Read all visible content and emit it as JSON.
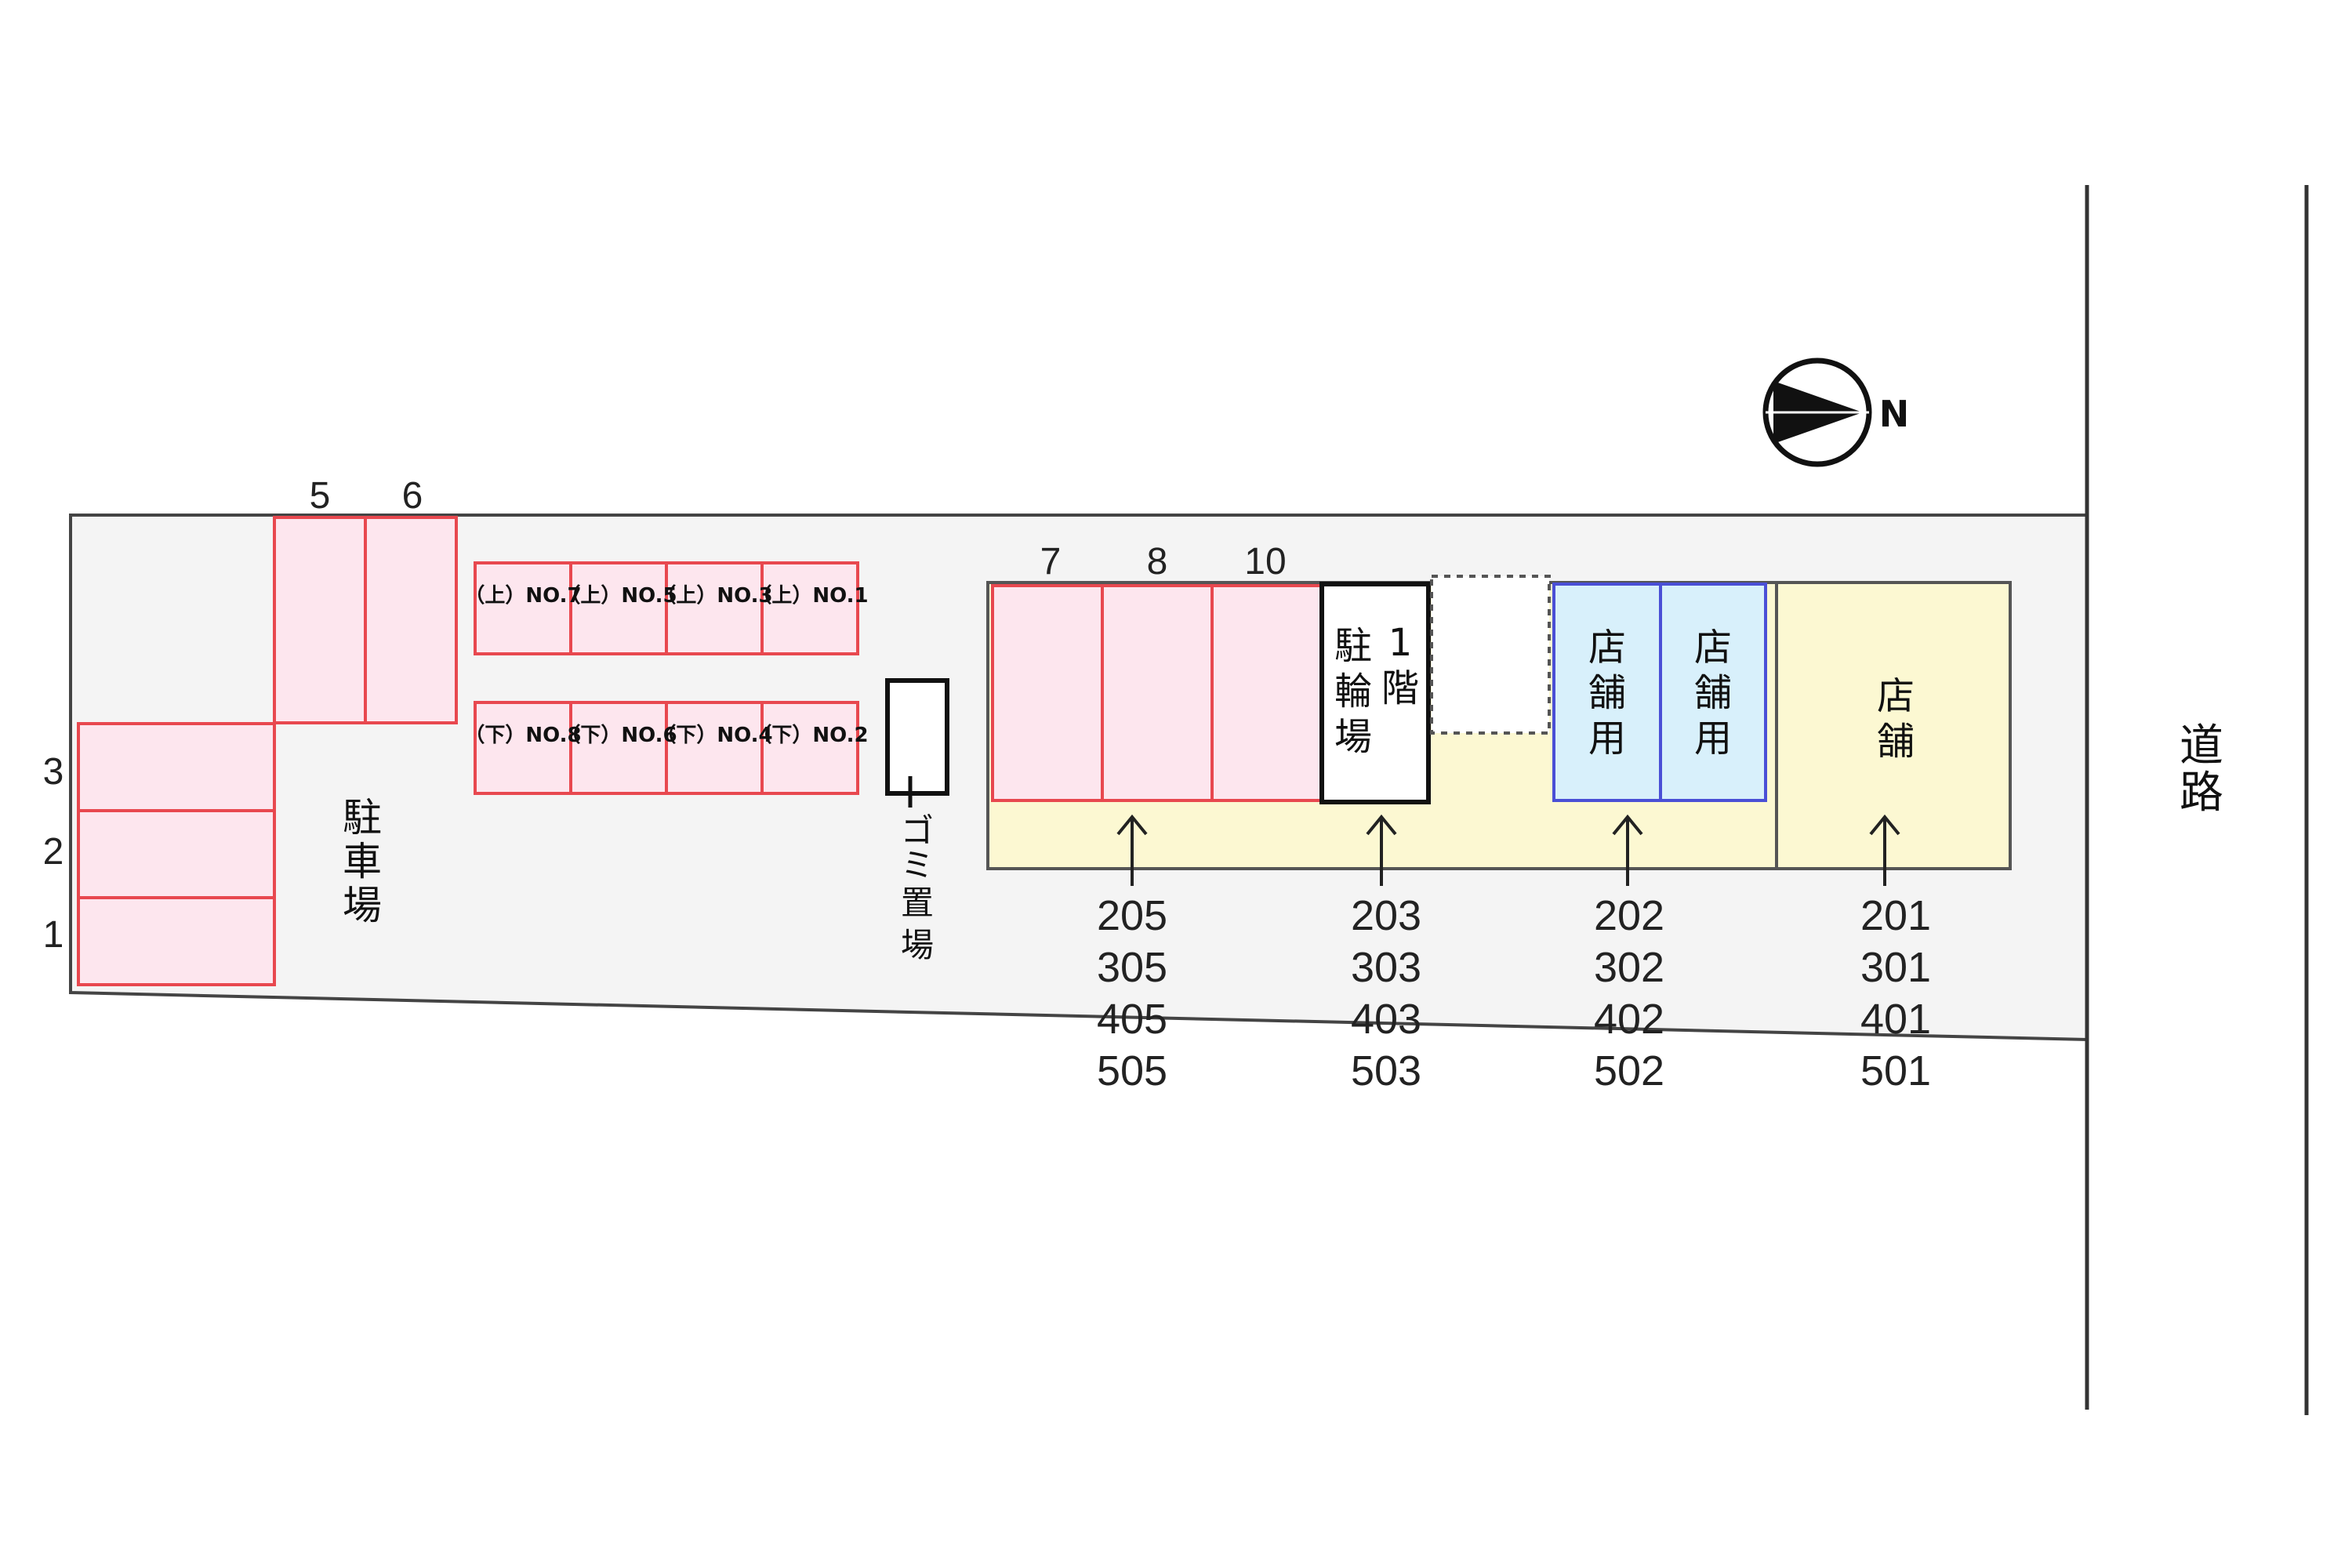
{
  "compass": {
    "icon": "north-arrow-icon",
    "label": "N"
  },
  "road": {
    "label": [
      "道",
      "路"
    ]
  },
  "parking": {
    "label": [
      "駐",
      "車",
      "場"
    ],
    "spaces": [
      "1",
      "2",
      "3",
      "5",
      "6",
      "7",
      "8",
      "10"
    ]
  },
  "bike_racks": {
    "upper": [
      "（上）NO.7",
      "（上）NO.5",
      "（上）NO.3",
      "（上）NO.1"
    ],
    "lower": [
      "（下）NO.8",
      "（下）NO.6",
      "（下）NO.4",
      "（下）NO.2"
    ]
  },
  "garbage": {
    "label": [
      "ゴ",
      "ミ",
      "置",
      "場"
    ]
  },
  "bicycle_parking": {
    "label_left": [
      "駐",
      "輪",
      "場"
    ],
    "label_right": [
      "1",
      "階"
    ]
  },
  "shop_use": {
    "label": [
      "店",
      "舗",
      "用"
    ]
  },
  "shop": {
    "label": [
      "店",
      "舗"
    ]
  },
  "colors": {
    "parking_fill": "#fde6ee",
    "parking_stroke": "#e8484f",
    "building_fill": "#fcf8d2",
    "shop_use_fill": "#d8f0fb",
    "shop_use_stroke": "#4a4fd6",
    "site_fill": "#f4f4f4"
  },
  "units": [
    [
      "205",
      "305",
      "405",
      "505"
    ],
    [
      "203",
      "303",
      "403",
      "503"
    ],
    [
      "202",
      "302",
      "402",
      "502"
    ],
    [
      "201",
      "301",
      "401",
      "501"
    ]
  ]
}
